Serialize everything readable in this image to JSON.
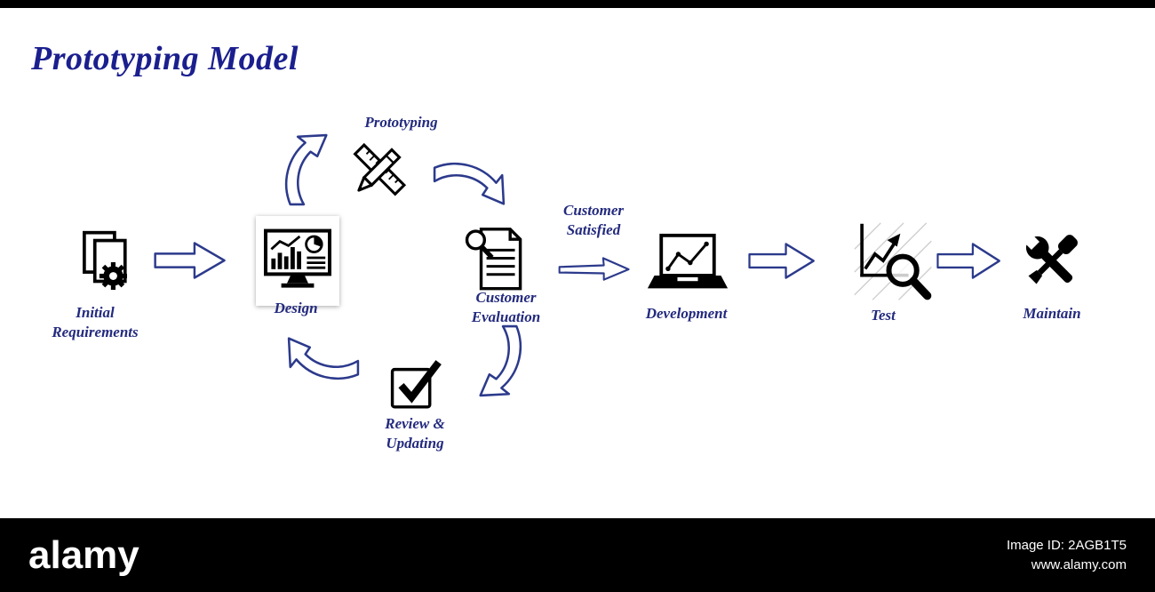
{
  "page": {
    "title": "Prototyping Model"
  },
  "diagram": {
    "nodes": {
      "initial_requirements": {
        "line1": "Initial",
        "line2": "Requirements",
        "icon": "documents-gear"
      },
      "design": {
        "line1": "Design",
        "icon": "monitor-analytics"
      },
      "prototyping": {
        "line1": "Prototyping",
        "icon": "pencil-ruler"
      },
      "customer_evaluation": {
        "line1": "Customer",
        "line2": "Evaluation",
        "icon": "document-magnifier"
      },
      "review_updating": {
        "line1": "Review &",
        "line2": "Updating",
        "icon": "checkbox-tick"
      },
      "development": {
        "line1": "Development",
        "icon": "laptop-chart"
      },
      "test": {
        "line1": "Test",
        "icon": "chart-magnifier"
      },
      "maintain": {
        "line1": "Maintain",
        "icon": "wrench-screwdriver"
      }
    },
    "annotations": {
      "customer_satisfied": {
        "line1": "Customer",
        "line2": "Satisfied"
      }
    },
    "connections": [
      "Initial Requirements -> Design",
      "Design -> Prototyping",
      "Prototyping -> Customer Evaluation",
      "Customer Evaluation -> Review & Updating",
      "Review & Updating -> Design",
      "Customer Evaluation -> Development (Customer Satisfied)",
      "Development -> Test",
      "Test -> Maintain"
    ],
    "colors": {
      "label_text": "#232a7e",
      "title_text": "#1b1f8e",
      "arrow_outline": "#2c3a8c",
      "icon": "#000000",
      "background": "#ffffff",
      "letterbox": "#000000"
    }
  },
  "watermark": {
    "brand": "alamy",
    "image_id": "Image ID: 2AGB1T5",
    "url": "www.alamy.com"
  }
}
